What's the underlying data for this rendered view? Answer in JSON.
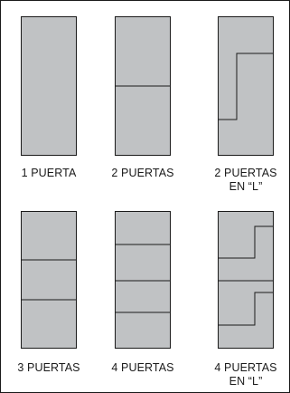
{
  "colors": {
    "panel_fill": "#c0c2c4",
    "line": "#1a1a1a",
    "background": "#ffffff"
  },
  "options": [
    {
      "label": "1 PUERTA"
    },
    {
      "label": "2 PUERTAS"
    },
    {
      "label": "2 PUERTAS\nEN “L”"
    },
    {
      "label": "3 PUERTAS"
    },
    {
      "label": "4 PUERTAS"
    },
    {
      "label": "4 PUERTAS\nEN “L”"
    }
  ]
}
